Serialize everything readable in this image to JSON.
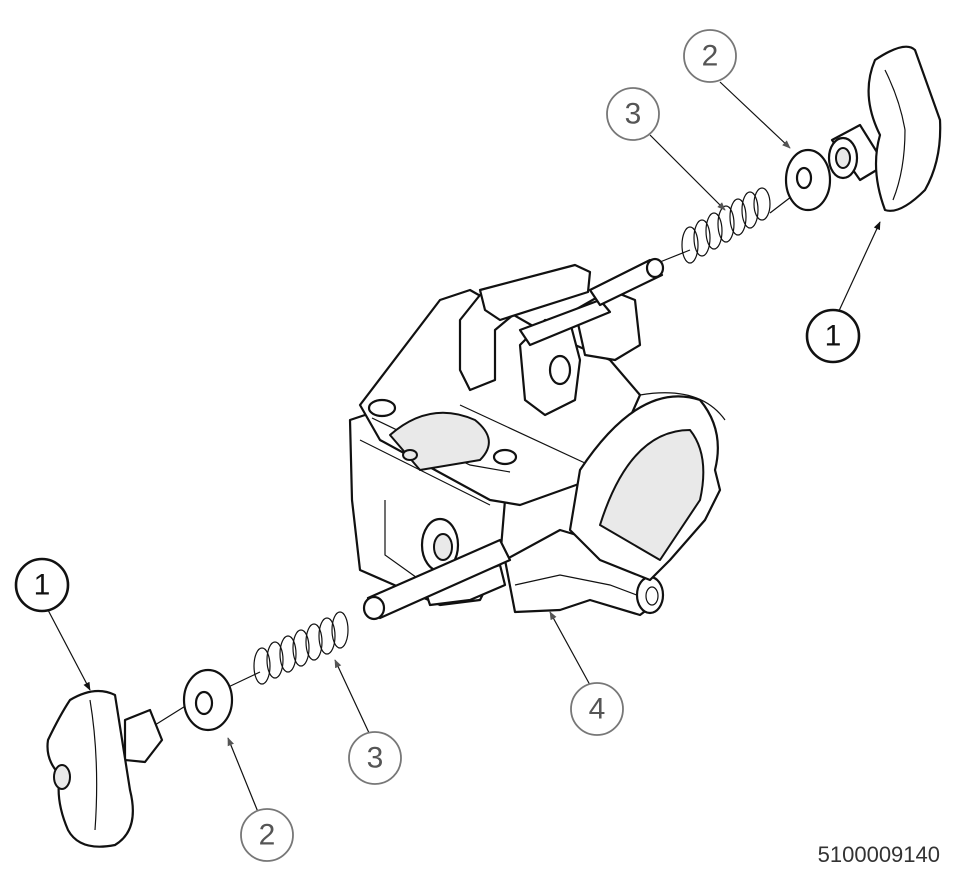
{
  "drawing": {
    "part_number": "5100009140"
  },
  "callouts": {
    "c1_right": "1",
    "c2_right": "2",
    "c3_right": "3",
    "c1_left": "1",
    "c2_left": "2",
    "c3_left": "3",
    "c4": "4"
  },
  "parts": [
    {
      "number": "1",
      "component": "wing knob"
    },
    {
      "number": "2",
      "component": "washer"
    },
    {
      "number": "3",
      "component": "compression spring"
    },
    {
      "number": "4",
      "component": "clamp body"
    }
  ]
}
